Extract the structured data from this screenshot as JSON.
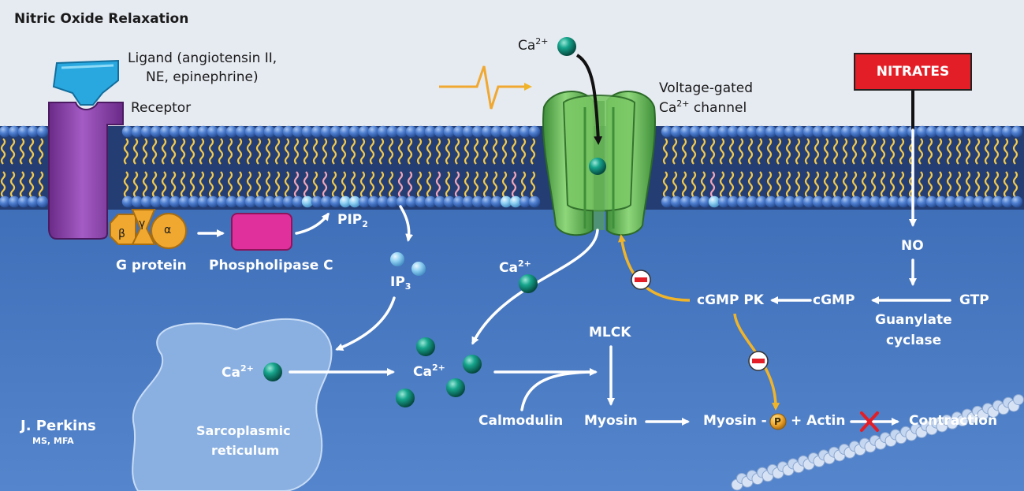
{
  "title": "Nitric Oxide Relaxation",
  "labels": {
    "ligand": "Ligand (angiotensin II,",
    "ligand_2": "NE, epinephrine)",
    "receptor": "Receptor",
    "g_protein": "G protein",
    "g_beta": "β",
    "g_gamma": "γ",
    "g_alpha": "α",
    "phospholipase_c": "Phospholipase C",
    "pip": "PIP",
    "pip_sub": "2",
    "ip": "IP",
    "ip_sub": "3",
    "ca": "Ca",
    "ca_charge": "2+",
    "vg_channel_1": "Voltage-gated",
    "vg_channel_2": " channel",
    "nitrates": "NITRATES",
    "no": "NO",
    "gtp": "GTP",
    "cgmp": "cGMP",
    "cgmp_pk": "cGMP PK",
    "guanylate": "Guanylate",
    "cyclase": "cyclase",
    "mlck": "MLCK",
    "calmodulin": "Calmodulin",
    "myosin": "Myosin",
    "myosin_p": "Myosin -",
    "p": "P",
    "plus_actin": "+ Actin",
    "contraction": "Contraction",
    "sarco_1": "Sarcoplasmic",
    "sarco_2": "reticulum",
    "author": "J. Perkins",
    "author_degree": "MS, MFA"
  },
  "colors": {
    "cytoplasm": "#4a78bf",
    "membrane_head": "#4f7fd0",
    "lipid_tail": "#f2c94c",
    "receptor": "#8e44ad",
    "ligand": "#29a8e0",
    "g_protein": "#f0a830",
    "phospholipase": "#e0309c",
    "channel": "#6cbf57",
    "calcium": "#0c8a78",
    "inhibit_arrow": "#f0b429",
    "nitrates_box": "#e41e26"
  }
}
